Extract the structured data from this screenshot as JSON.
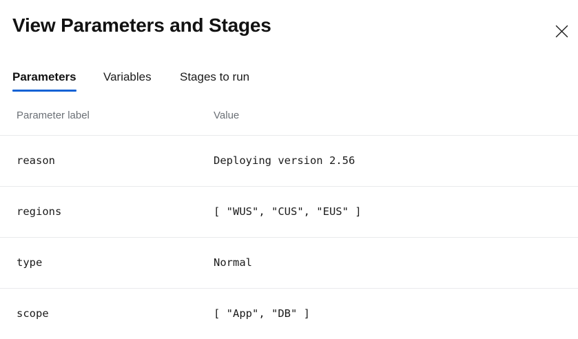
{
  "header": {
    "title": "View Parameters and Stages",
    "close_icon": "close-icon"
  },
  "tabs": {
    "items": [
      {
        "label": "Parameters",
        "active": true
      },
      {
        "label": "Variables",
        "active": false
      },
      {
        "label": "Stages to run",
        "active": false
      }
    ],
    "active_underline_color": "#1162d5"
  },
  "table": {
    "columns": [
      "Parameter label",
      "Value"
    ],
    "rows": [
      {
        "label": "reason",
        "value": "Deploying version 2.56"
      },
      {
        "label": "regions",
        "value": "[ \"WUS\", \"CUS\", \"EUS\" ]"
      },
      {
        "label": "type",
        "value": "Normal"
      },
      {
        "label": "scope",
        "value": "[ \"App\", \"DB\" ]"
      }
    ]
  },
  "colors": {
    "accent": "#1162d5",
    "text": "#1b1b1b",
    "muted_text": "#6b7076",
    "divider": "#e9eaec",
    "background": "#ffffff"
  }
}
